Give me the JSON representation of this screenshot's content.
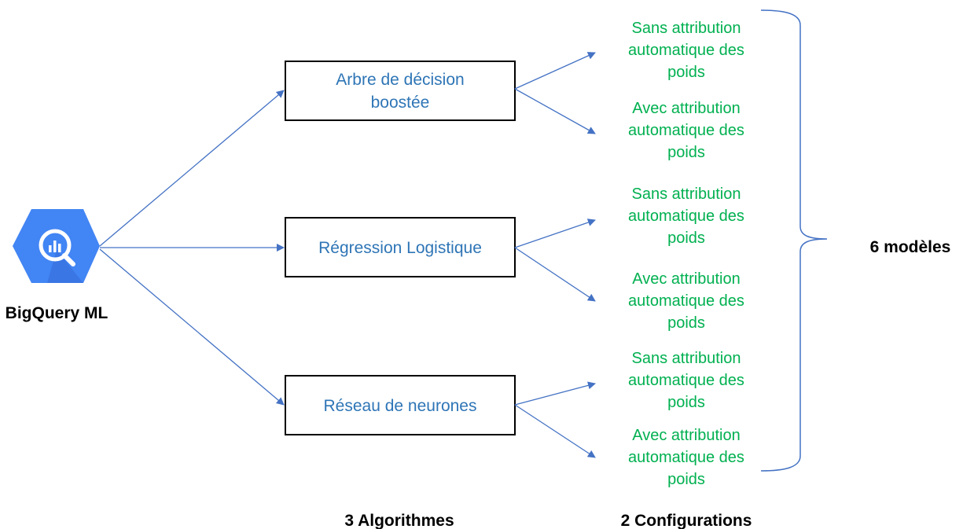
{
  "source": {
    "label": "BigQuery ML",
    "icon": "bigquery-magnifier-icon",
    "icon_color": "#4285F4"
  },
  "algorithms": [
    {
      "lines": [
        "Arbre de décision",
        "boostée"
      ]
    },
    {
      "lines": [
        "Régression Logistique"
      ]
    },
    {
      "lines": [
        "Réseau de neurones"
      ]
    }
  ],
  "configurations": [
    {
      "lines": [
        "Sans attribution",
        "automatique des",
        "poids"
      ]
    },
    {
      "lines": [
        "Avec attribution",
        "automatique des",
        "poids"
      ]
    }
  ],
  "bottom_labels": {
    "algorithms": "3 Algorithmes",
    "configurations": "2 Configurations"
  },
  "result_label": "6 modèles",
  "colors": {
    "arrow": "#4472C4",
    "algorithm_text": "#2E75B6",
    "config_text": "#00B050",
    "box_border": "#000000",
    "text": "#000000"
  }
}
